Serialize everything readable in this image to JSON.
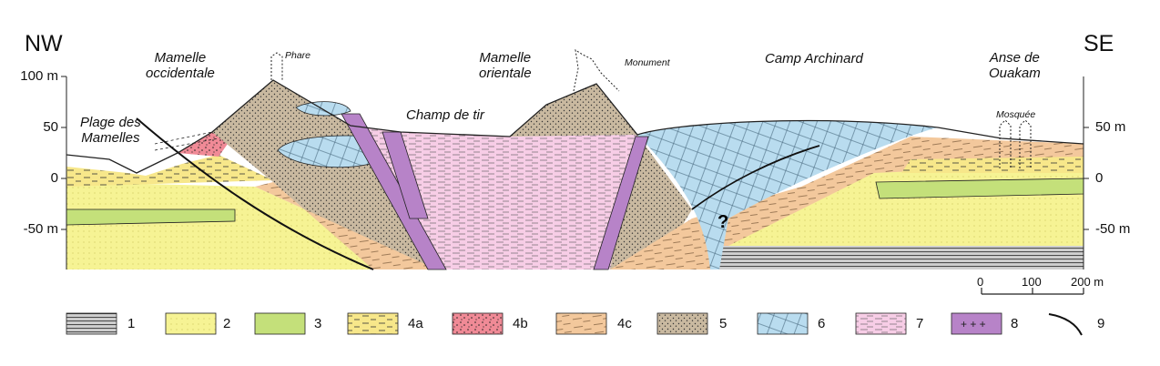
{
  "directions": {
    "left": "NW",
    "right": "SE"
  },
  "elevation_axis": {
    "left": [
      "100 m",
      "50",
      "0",
      "-50 m"
    ],
    "right": [
      "50 m",
      "0",
      "-50 m"
    ]
  },
  "places": {
    "mamelle_occidentale": "Mamelle\noccidentale",
    "plage_des_mamelles": "Plage des\nMamelles",
    "champ_de_tir": "Champ de tir",
    "mamelle_orientale": "Mamelle\norientale",
    "camp_archinard": "Camp Archinard",
    "anse_de_ouakam": "Anse de\nOuakam"
  },
  "landmarks": {
    "phare": "Phare",
    "monument": "Monument",
    "mosquee": "Mosquée"
  },
  "scale_bar": {
    "ticks": [
      "0",
      "100",
      "200 m"
    ]
  },
  "legend": [
    {
      "id": "1",
      "label": "1",
      "color": "#9a9a9a"
    },
    {
      "id": "2",
      "label": "2",
      "color": "#f6f394"
    },
    {
      "id": "3",
      "label": "3",
      "color": "#c4e07a"
    },
    {
      "id": "4a",
      "label": "4a",
      "color": "#f7e78a"
    },
    {
      "id": "4b",
      "label": "4b",
      "color": "#f08a96"
    },
    {
      "id": "4c",
      "label": "4c",
      "color": "#f3c89c"
    },
    {
      "id": "5",
      "label": "5",
      "color": "#c9b9a0"
    },
    {
      "id": "6",
      "label": "6",
      "color": "#b9dcef"
    },
    {
      "id": "7",
      "label": "7",
      "color": "#f7cde6"
    },
    {
      "id": "8",
      "label": "8",
      "color": "#b783c8"
    },
    {
      "id": "9",
      "label": "9",
      "color": "#111111"
    }
  ]
}
